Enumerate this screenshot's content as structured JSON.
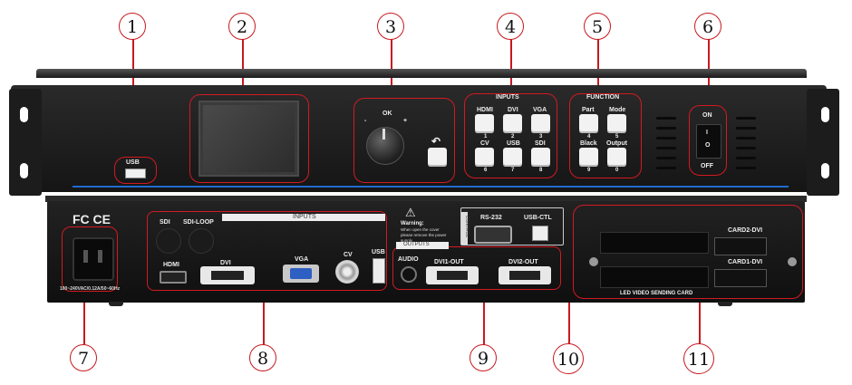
{
  "callouts": [
    "1",
    "2",
    "3",
    "4",
    "5",
    "6",
    "7",
    "8",
    "9",
    "10",
    "11"
  ],
  "front": {
    "usb_label": "USB",
    "knob_ok": "OK",
    "knob_minus": "-",
    "knob_plus": "+",
    "inputs": {
      "title": "INPUTS",
      "buttons": [
        {
          "label": "HDMI",
          "num": "1"
        },
        {
          "label": "DVI",
          "num": "2"
        },
        {
          "label": "VGA",
          "num": "3"
        },
        {
          "label": "CV",
          "num": "6"
        },
        {
          "label": "USB",
          "num": "7"
        },
        {
          "label": "SDI",
          "num": "8"
        }
      ]
    },
    "function": {
      "title": "FUNCTION",
      "buttons": [
        {
          "label": "Part",
          "num": "4"
        },
        {
          "label": "Mode",
          "num": "5"
        },
        {
          "label": "Black",
          "num": "9"
        },
        {
          "label": "Output",
          "num": "0"
        }
      ]
    },
    "power": {
      "on": "ON",
      "off": "OFF",
      "on_mark": "I",
      "off_mark": "O"
    }
  },
  "rear": {
    "cert": "FC CE",
    "power_rating": "100~240VAC/0.12A/50~60Hz",
    "inputs_title": "INPUTS",
    "sdi": "SDI",
    "sdi_loop": "SDI-LOOP",
    "hdmi": "HDMI",
    "dvi": "DVI",
    "vga": "VGA",
    "cv": "CV",
    "usb": "USB",
    "warning_title": "Warning:",
    "warning_text": "When open the cover please remove the power supply.",
    "control": "CONTROL",
    "rs232": "RS-232",
    "usb_ctl": "USB-CTL",
    "outputs_title": "OUTPUTS",
    "audio": "AUDIO",
    "dvi1_out": "DVI1-OUT",
    "dvi2_out": "DVI2-OUT",
    "card2": "CARD2-DVI",
    "card1": "CARD1-DVI",
    "card_label": "LED VIDEO SENDING CARD"
  }
}
